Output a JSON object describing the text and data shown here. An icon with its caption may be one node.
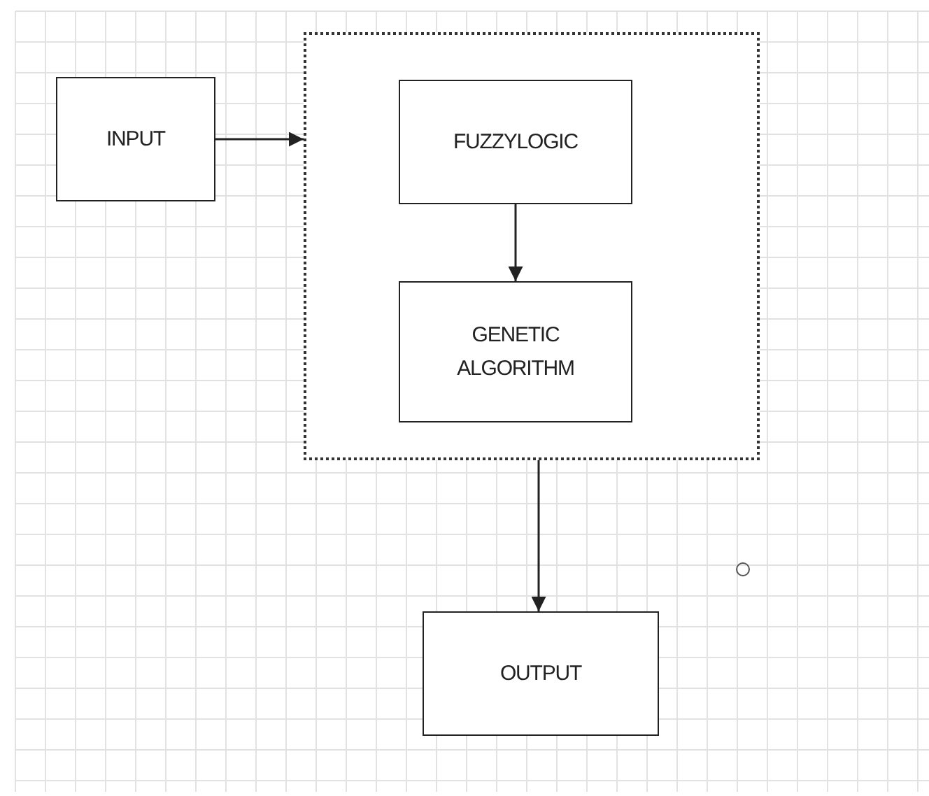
{
  "diagram": {
    "nodes": [
      {
        "text": [
          "INPUT"
        ]
      },
      {
        "text": [],
        "shape": "box"
      },
      {
        "text": [
          "FUZZYLOGIC"
        ],
        "in": 1
      },
      {
        "text": [
          "GENETIC ALGORITHM"
        ],
        "in": 1
      },
      {
        "text": [
          "OUTPUT"
        ]
      }
    ],
    "edges": [
      {
        "from": 0,
        "to": 1,
        "arrow": "to"
      },
      {
        "from": 2,
        "to": 3,
        "arrow": "to"
      },
      {
        "from": 1,
        "to": 4,
        "arrow": "to"
      }
    ]
  }
}
